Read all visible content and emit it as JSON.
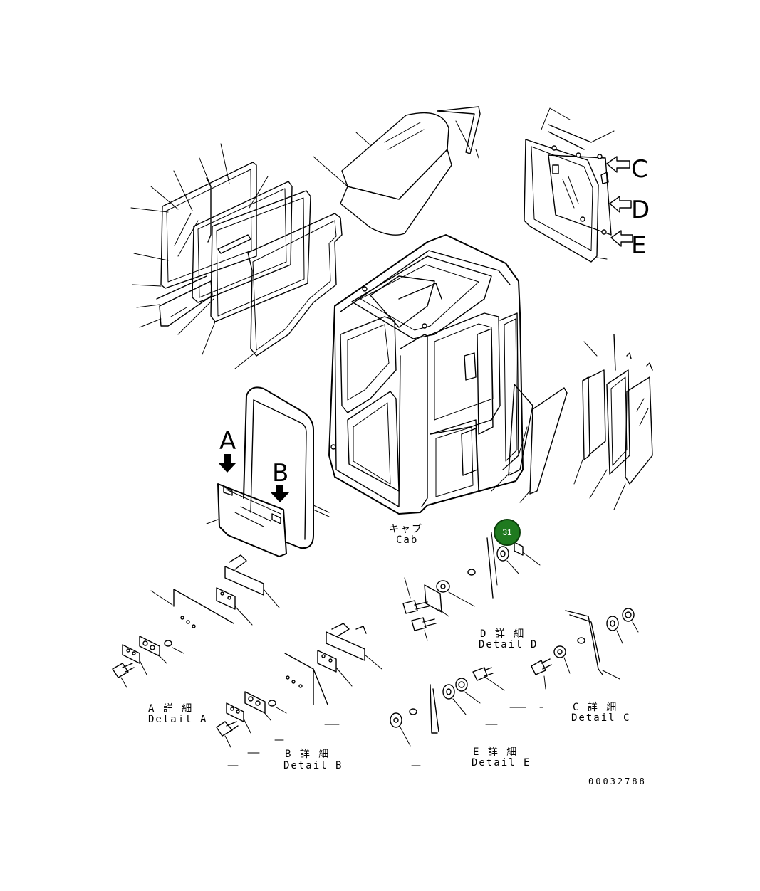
{
  "labels": {
    "cab_jp": "キャブ",
    "cab_en": "Cab",
    "detail_a_jp": "A 詳 細",
    "detail_a_en": "Detail A",
    "detail_b_jp": "B 詳 細",
    "detail_b_en": "Detail B",
    "detail_c_jp": "C 詳 細",
    "detail_c_en": "Detail C",
    "detail_d_jp": "D 詳 細",
    "detail_d_en": "Detail D",
    "detail_e_jp": "E 詳 細",
    "detail_e_en": "Detail E"
  },
  "view_letters": {
    "a": "A",
    "b": "B",
    "c": "C",
    "d": "D",
    "e": "E"
  },
  "callout": {
    "number": "31",
    "color": "#1f7a1f"
  },
  "drawing_code": "00032788"
}
